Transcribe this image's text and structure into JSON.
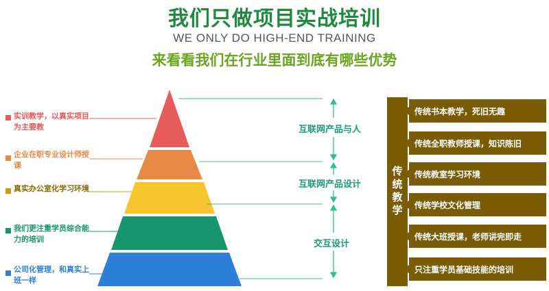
{
  "title": "我们只做项目实战培训",
  "subtitle_en": "WE ONLY DO HIGH-END TRAINING",
  "subtitle_cn": "来看看我们在行业里面到底有哪些优势",
  "pyramid": {
    "levels": [
      {
        "label": "实训教学，以真实项目为主要教",
        "color": "#e85b5b"
      },
      {
        "label": "企业在职专业设计师授课",
        "color": "#e88a46"
      },
      {
        "label": "真实办公室化学习环境",
        "color": "#f7c52d"
      },
      {
        "label": "我们更注重学员综合能力的培训",
        "color": "#17966e"
      },
      {
        "label": "公司化管理，和真实上班一样",
        "color": "#2d7fd8"
      }
    ]
  },
  "middle": {
    "labels": [
      "互联网产品与人",
      "互联网产品设计",
      "交互设计"
    ]
  },
  "traditional": {
    "title": "传统教学",
    "items": [
      "传统书本教学，死旧无趣",
      "传统全职教师授课，知识陈旧",
      "传统教室学习环境",
      "传统学校文化管理",
      "传统大班授课，老师讲完即走",
      "只注重学员基础技能的培训"
    ]
  }
}
